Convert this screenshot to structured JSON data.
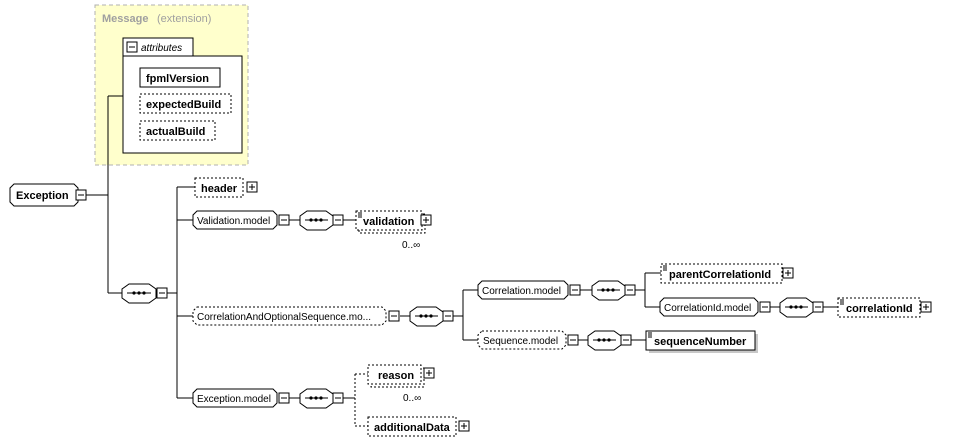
{
  "extension": {
    "title": "Message",
    "subtitle": "(extension)",
    "attributes_label": "attributes",
    "attributes": [
      "fpmlVersion",
      "expectedBuild",
      "actualBuild"
    ]
  },
  "root": "Exception",
  "elements": {
    "header": "header",
    "validation_model": "Validation.model",
    "validation": "validation",
    "validation_occ": "0..∞",
    "corr_opt_seq": "CorrelationAndOptionalSequence.mo...",
    "correlation_model": "Correlation.model",
    "parent_correlation_id": "parentCorrelationId",
    "correlation_id_model": "CorrelationId.model",
    "correlation_id": "correlationId",
    "sequence_model": "Sequence.model",
    "sequence_number": "sequenceNumber",
    "exception_model": "Exception.model",
    "reason": "reason",
    "reason_occ": "0..∞",
    "additional_data": "additionalData"
  }
}
